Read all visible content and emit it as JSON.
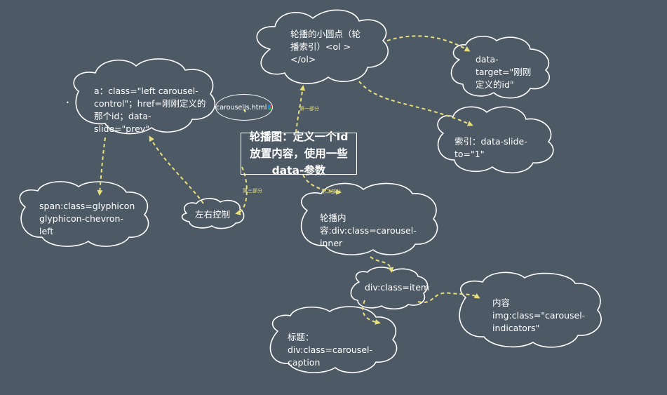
{
  "central_topic": "轮播图：定义一个Id放置内容，使用一些data-参数",
  "file_node": {
    "label": "carouselJs.html",
    "icon": "html-file-icon"
  },
  "bullet": "•",
  "nodes": {
    "indicators": "轮播的小圆点（轮播索引）<ol ></ol>",
    "data_target": "data-target=\"刚刚定义的id\"",
    "slide_to": "索引：data-slide-to=\"1\"",
    "control_link": "a：class=\"left carousel-control\"；href=刚刚定义的那个id；data-slide=\"prev\"",
    "span_icon": "span:class=glyphicon glyphicon-chevron-left",
    "left_right": "左右控制",
    "inner": "轮播内容:div:class=carousel-inner",
    "item": "div:class=item",
    "content": "内容 img:class=\"carousel-indicators\"",
    "caption": "标题：div:class=carousel-caption"
  },
  "edge_labels": {
    "part1": "第一部分",
    "part2": "第二部分",
    "part3": "第三部分"
  },
  "colors": {
    "background": "#4d5a66",
    "outline": "#ffffff",
    "connector": "#e6df7a"
  }
}
